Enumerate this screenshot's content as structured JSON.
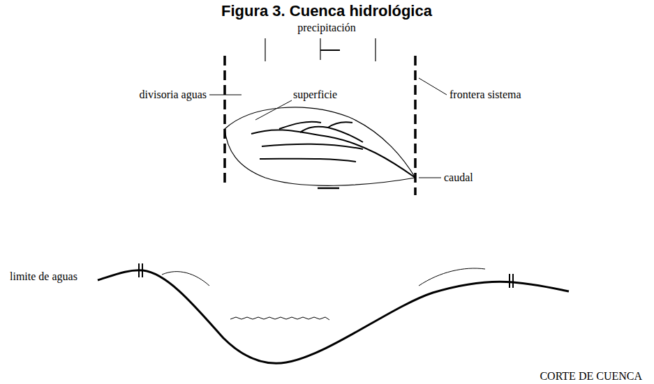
{
  "diagram": {
    "title": "Figura 3. Cuenca hidrológica",
    "labels": [
      "precipitación",
      "divisoria aguas",
      "superficie",
      "frontera sistema",
      "caudal",
      "limite de aguas",
      "CORTE DE CUENCA"
    ]
  }
}
